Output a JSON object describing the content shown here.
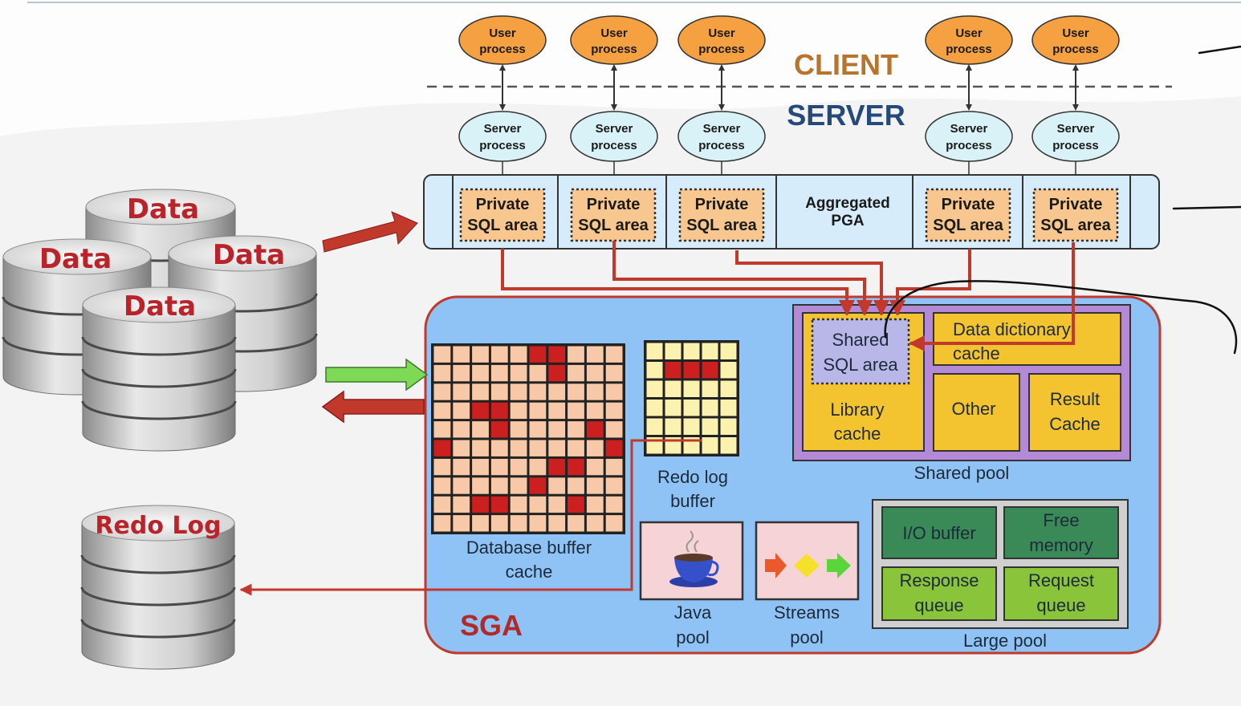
{
  "labels": {
    "client": "CLIENT",
    "server": "SERVER",
    "user_process_line1": "User",
    "user_process_line2": "process",
    "server_process_line1": "Server",
    "server_process_line2": "process",
    "private_sql_line1": "Private",
    "private_sql_line2": "SQL area",
    "aggregated_pga_line1": "Aggregated",
    "aggregated_pga_line2": "PGA",
    "shared_sql_line1": "Shared",
    "shared_sql_line2": "SQL area",
    "library_cache_line1": "Library",
    "library_cache_line2": "cache",
    "data_dictionary_line1": "Data dictionary",
    "data_dictionary_line2": "cache",
    "other": "Other",
    "result_cache_line1": "Result",
    "result_cache_line2": "Cache",
    "shared_pool": "Shared pool",
    "db_buffer_line1": "Database buffer",
    "db_buffer_line2": "cache",
    "redo_buffer_line1": "Redo log",
    "redo_buffer_line2": "buffer",
    "java_pool_line1": "Java",
    "java_pool_line2": "pool",
    "streams_pool_line1": "Streams",
    "streams_pool_line2": "pool",
    "io_buffer": "I/O buffer",
    "free_memory_line1": "Free",
    "free_memory_line2": "memory",
    "response_queue_line1": "Response",
    "response_queue_line2": "queue",
    "request_queue_line1": "Request",
    "request_queue_line2": "queue",
    "large_pool": "Large pool",
    "sga": "SGA",
    "data": "Data",
    "redo_log": "Redo Log"
  },
  "colors": {
    "user_process_fill": "#f5a142",
    "server_process_fill": "#d9f2f8",
    "pga_fill": "#d6ecfb",
    "sga_fill": "#8fc3f5",
    "sga_border": "#c0392b",
    "shared_pool_border": "#9b59b6",
    "pool_item_fill": "#f4c430",
    "large_pool_dark": "#3a8a58",
    "large_pool_light": "#8ac43a",
    "arrow_red": "#c0392b",
    "arrow_green": "#7ed957",
    "db_label": "#b9232a",
    "server_text": "#254a7a",
    "client_text": "#b8742a"
  }
}
